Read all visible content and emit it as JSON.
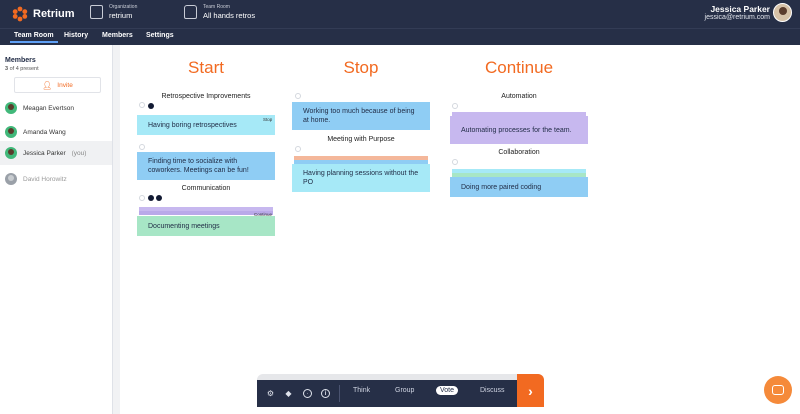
{
  "brand": {
    "name": "Retrium",
    "color": "#f26a21"
  },
  "header": {
    "org_caption": "Organization",
    "org_name": "retrium",
    "room_caption": "Team Room",
    "room_name": "All hands retros",
    "user_name": "Jessica Parker",
    "user_email": "jessica@retrium.com"
  },
  "nav": {
    "tabs": [
      "Team Room",
      "History",
      "Members",
      "Settings"
    ],
    "active": "Team Room"
  },
  "sidebar": {
    "title": "Members",
    "count_num": "3",
    "count_rest": " of 4 present",
    "invite_label": "Invite",
    "members": [
      {
        "name": "Meagan Evertson",
        "suffix": "",
        "status": "present"
      },
      {
        "name": "Amanda Wang",
        "suffix": "",
        "status": "present"
      },
      {
        "name": "Jessica Parker",
        "suffix": "(you)",
        "status": "present",
        "selected": true
      },
      {
        "name": "David Horowitz",
        "suffix": "",
        "status": "away"
      }
    ]
  },
  "board": {
    "columns": [
      {
        "title": "Start",
        "groups": [
          {
            "title": "Retrospective Improvements",
            "tag": "Stop",
            "cards": [
              "Having boring retrospectives",
              "Finding time to socialize with coworkers. Meetings can be fun!"
            ]
          },
          {
            "title": "Communication",
            "tag": "Continue",
            "cards": [
              "Documenting meetings"
            ]
          }
        ]
      },
      {
        "title": "Stop",
        "groups": [
          {
            "title": "",
            "cards": [
              "Working too much because of being at home."
            ]
          },
          {
            "title": "Meeting with Purpose",
            "cards": [
              "Having planning sessions without the PO"
            ]
          }
        ]
      },
      {
        "title": "Continue",
        "groups": [
          {
            "title": "Automation",
            "cards": [
              "Automating processes for the team."
            ]
          },
          {
            "title": "Collaboration",
            "cards": [
              "Doing more paired coding"
            ]
          }
        ]
      }
    ]
  },
  "toolbar": {
    "icons": [
      "settings-icon",
      "bell-icon",
      "timer-icon",
      "info-icon"
    ],
    "phases": [
      "Think",
      "Group",
      "Vote",
      "Discuss"
    ],
    "active_phase": "Vote",
    "next_symbol": "›"
  },
  "colors": {
    "header_bg": "#262f47",
    "accent": "#f26a21",
    "card_blue": "#8fcdf4",
    "card_cyan": "#a6e9f7",
    "card_purple": "#c7b8ef",
    "card_green": "#a7e6c6",
    "card_salmon": "#f4b79a"
  }
}
